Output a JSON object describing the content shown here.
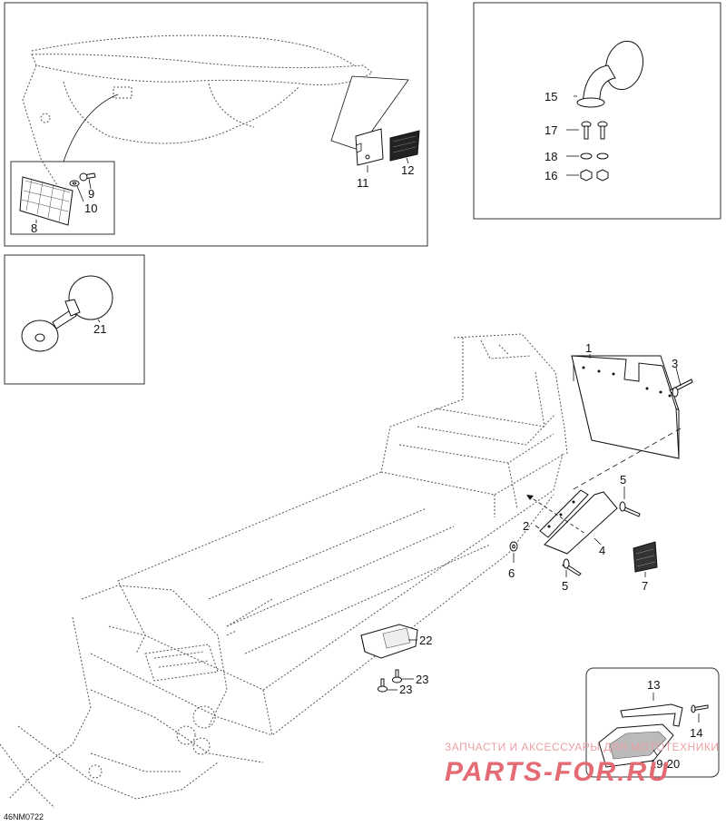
{
  "reference_code": "46NM0722",
  "watermark": {
    "tagline": "ЗАПЧАСТИ И АКСЕССУАРЫ ДЛЯ МОТОТЕХНИКИ",
    "logo_text": "PARTS-FOR.RU"
  },
  "callouts": {
    "c1": "1",
    "c2": "2",
    "c3": "3",
    "c4": "4",
    "c5a": "5",
    "c5b": "5",
    "c6": "6",
    "c7": "7",
    "c8": "8",
    "c9": "9",
    "c10": "10",
    "c11": "11",
    "c12": "12",
    "c13": "13",
    "c14": "14",
    "c15": "15",
    "c16": "16",
    "c17": "17",
    "c18": "18",
    "c19_20": "19-20",
    "c21": "21",
    "c22": "22",
    "c23a": "23",
    "c23b": "23"
  }
}
